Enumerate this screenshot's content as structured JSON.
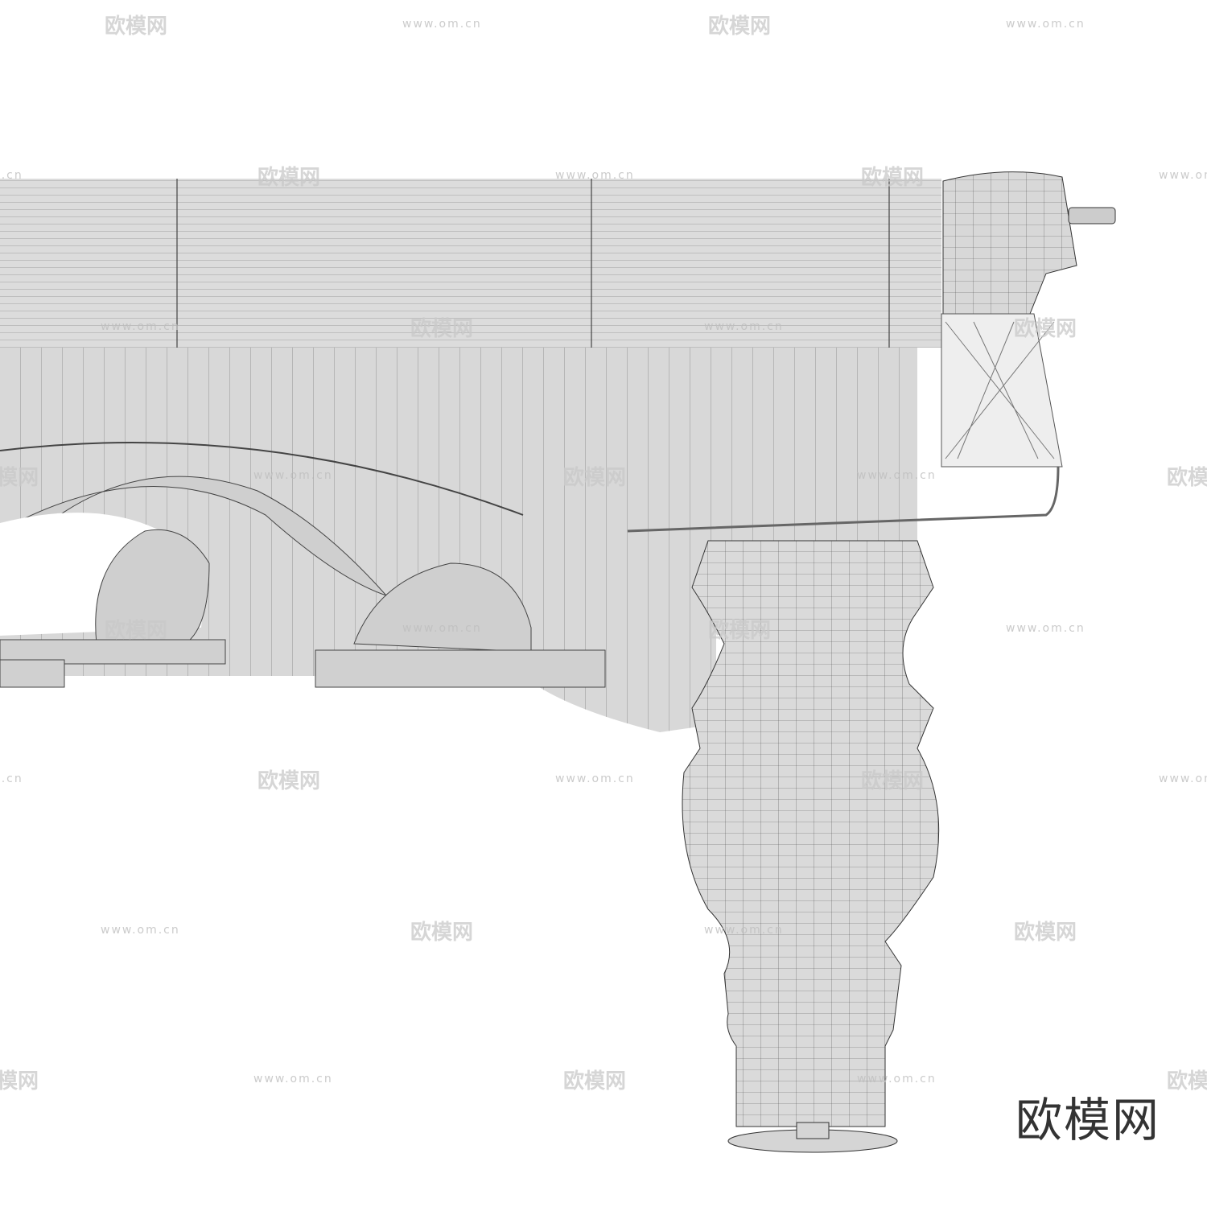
{
  "watermark": {
    "logo_text": "欧模网",
    "url_text": "www.om.cn"
  },
  "corner_logo": "欧模网",
  "colors": {
    "model": "#d9d9d9",
    "wire": "#555555",
    "background": "#ffffff"
  }
}
